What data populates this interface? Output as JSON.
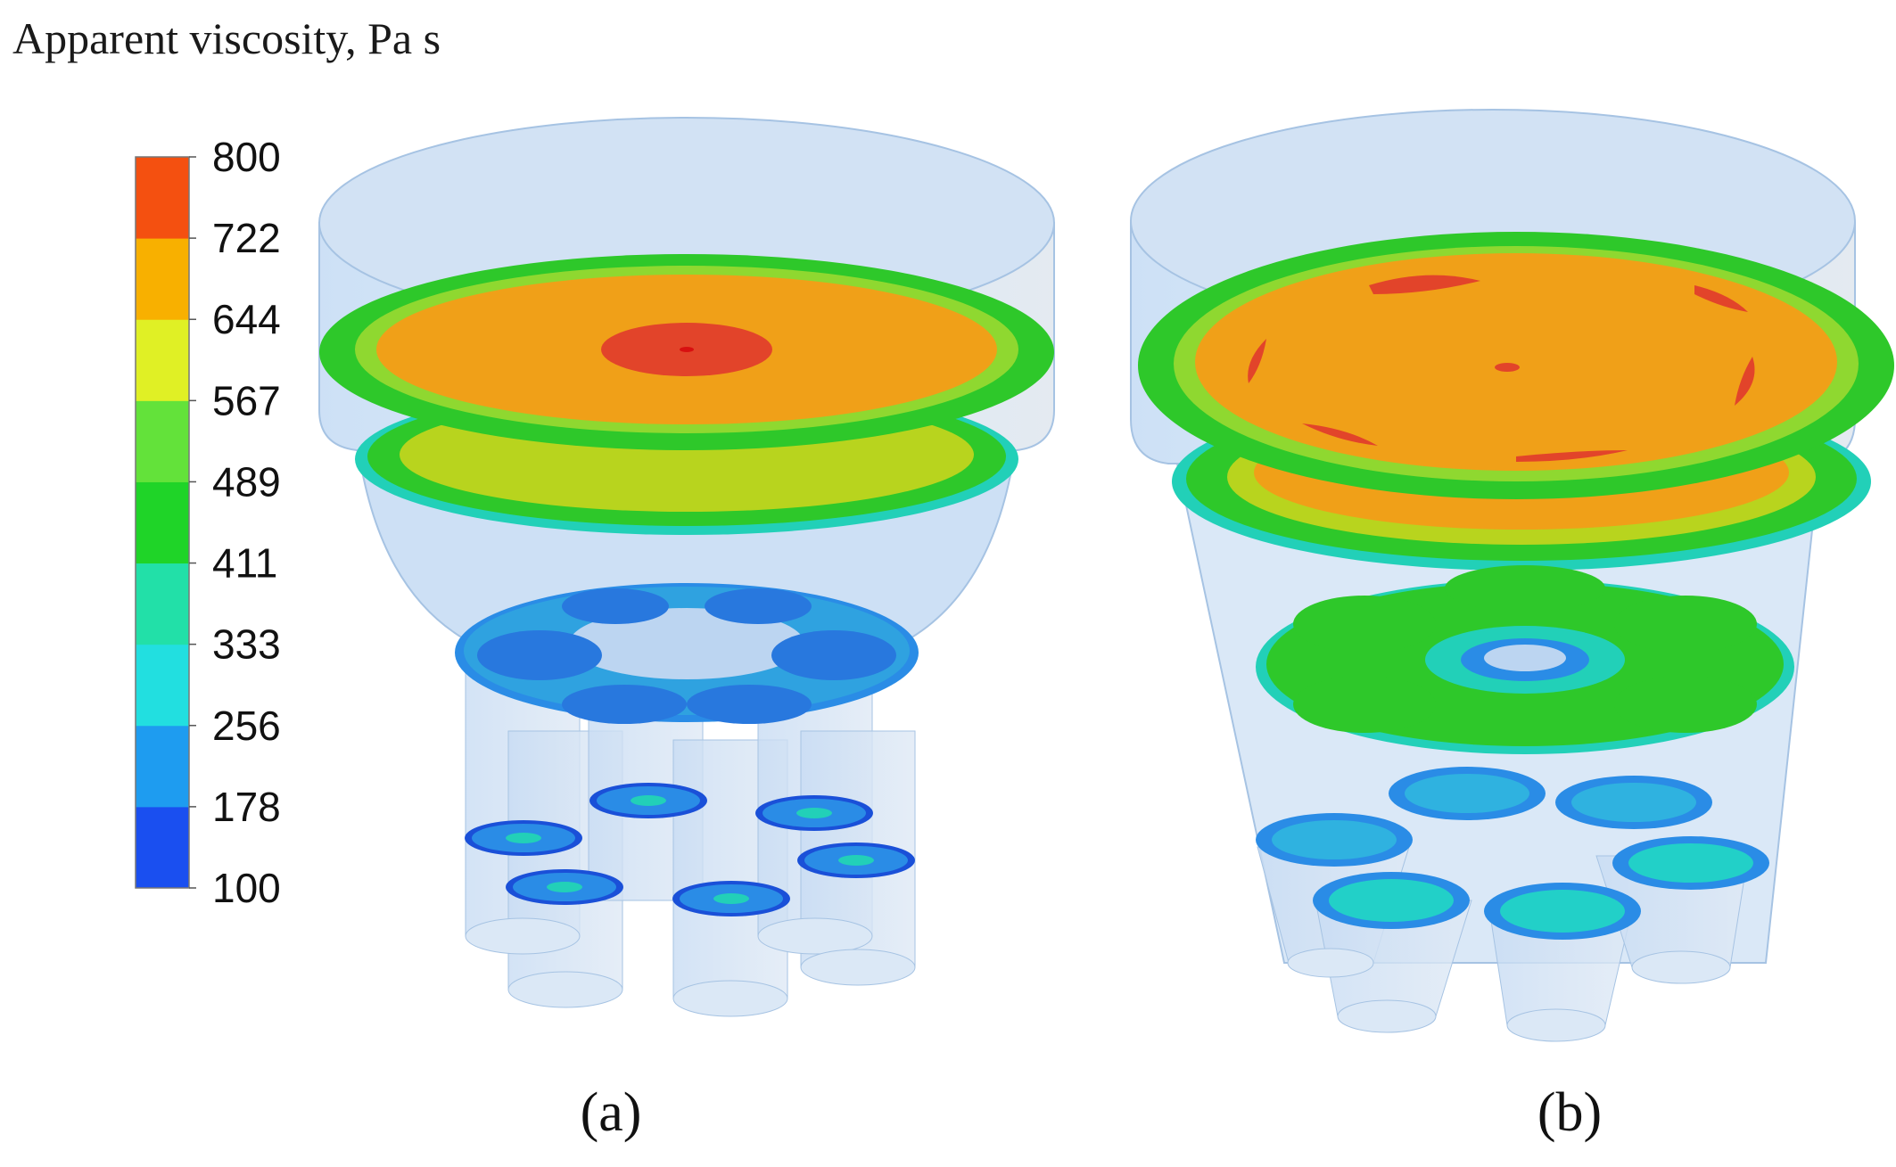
{
  "title": "Apparent viscosity, Pa s",
  "colorbar": {
    "ticks": [
      "800",
      "722",
      "644",
      "567",
      "489",
      "411",
      "333",
      "256",
      "178",
      "100"
    ],
    "colors": [
      "#1a4ff0",
      "#1e9cf0",
      "#22dfe0",
      "#22e0a8",
      "#1fd428",
      "#63e23a",
      "#e0f025",
      "#f8b000",
      "#f45010"
    ]
  },
  "panels": [
    {
      "label": "(a)"
    },
    {
      "label": "(b)"
    }
  ],
  "palette": {
    "vessel": "#b8d4f2",
    "vessel_edge": "#9fbde0",
    "red": "#e2442a",
    "orange": "#f0a018",
    "yellow_green": "#b8d41e",
    "green": "#2ec82a",
    "aqua": "#22d8b0",
    "blue": "#2a8ce6",
    "dark_blue": "#1a50d8"
  }
}
